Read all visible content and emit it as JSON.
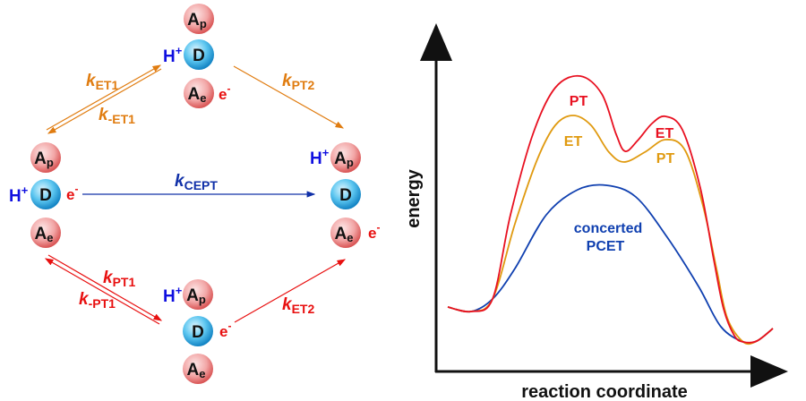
{
  "species": {
    "acceptor_p": "A",
    "acceptor_p_sub": "p",
    "donor": "D",
    "acceptor_e": "A",
    "acceptor_e_sub": "e",
    "proton": "H",
    "proton_sup": "+",
    "electron": "e",
    "electron_sup": "-"
  },
  "rates": {
    "k": "k",
    "et1": "ET1",
    "m_et1": "-ET1",
    "pt2": "PT2",
    "cept": "CEPT",
    "pt1": "PT1",
    "m_pt1": "-PT1",
    "et2": "ET2"
  },
  "plot": {
    "ylabel": "energy",
    "xlabel": "reaction coordinate",
    "labels": {
      "red_pt": "PT",
      "red_et": "ET",
      "orange_et": "ET",
      "orange_pt": "PT",
      "blue_1": "concerted",
      "blue_2": "PCET"
    }
  },
  "colors": {
    "orange": "#e07c10",
    "red": "#e81010",
    "blue": "#1030a8",
    "plot_orange": "#e09a10",
    "plot_red": "#e81020",
    "plot_blue": "#1040b0"
  }
}
